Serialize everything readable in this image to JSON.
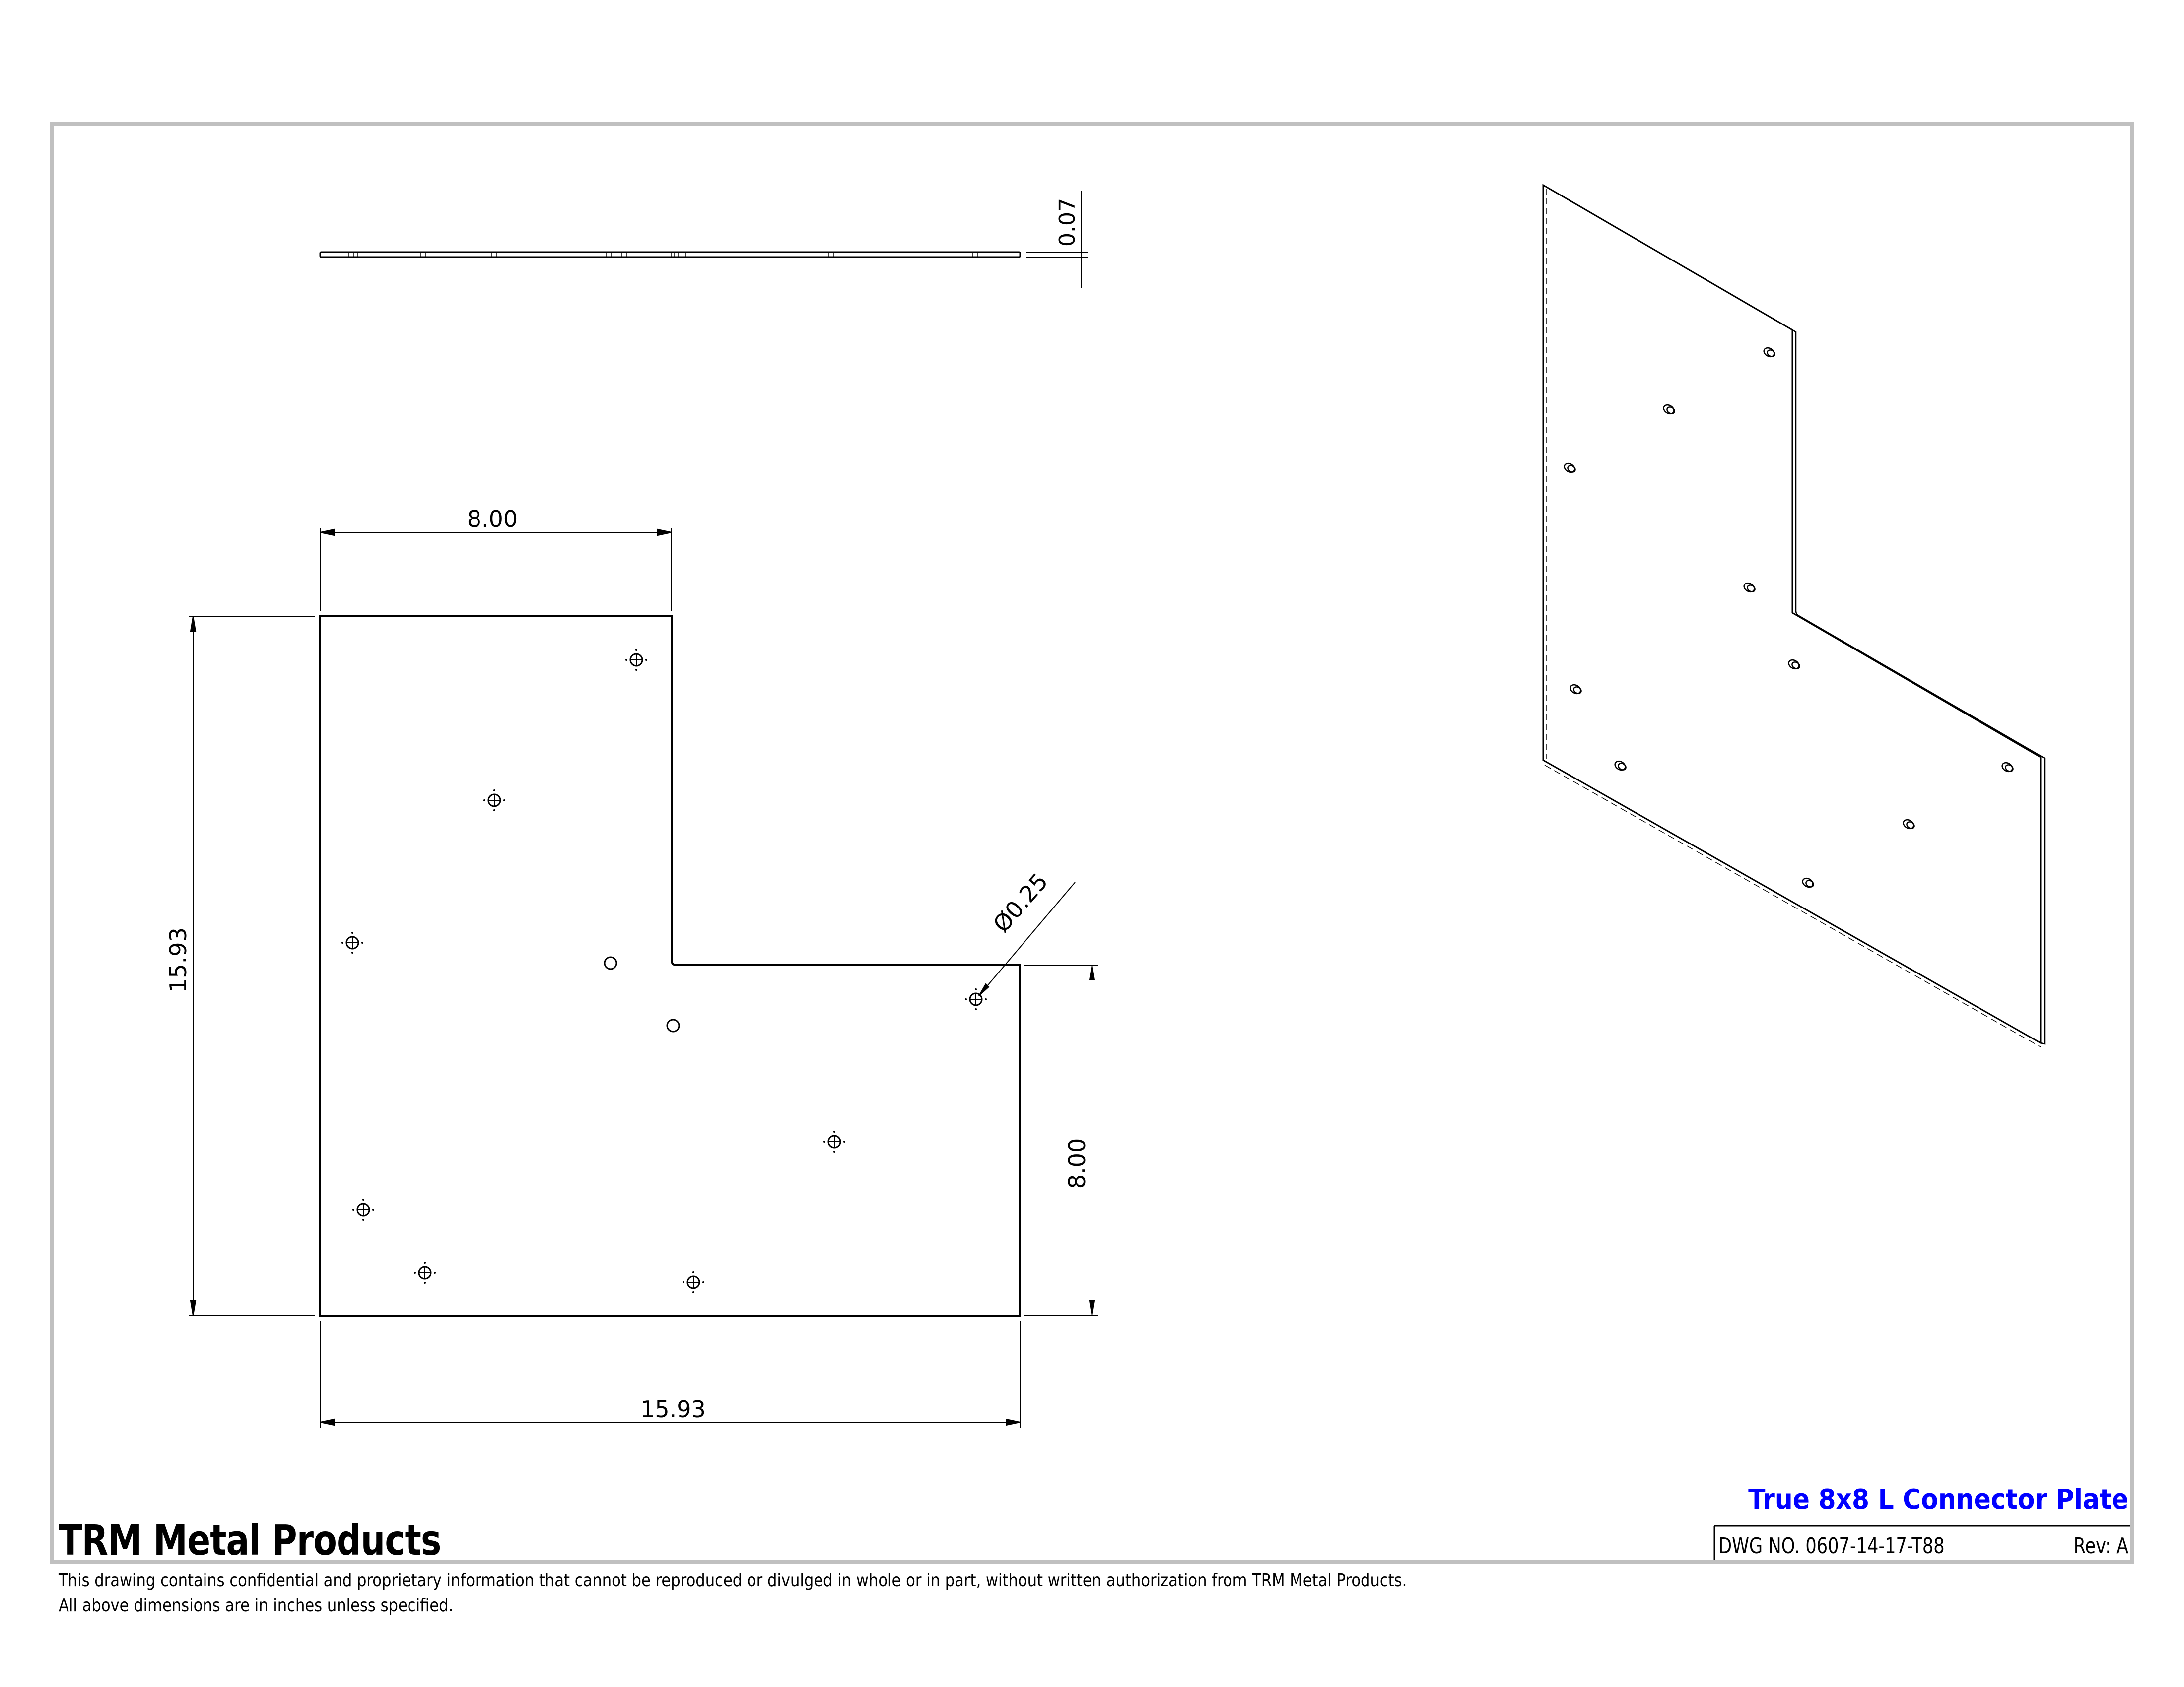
{
  "title_block": {
    "company": "TRM Metal Products",
    "part_title": "True 8x8 L Connector Plate",
    "dwg_no": "DWG NO. 0607-14-17-T88",
    "rev": "Rev: A",
    "title_color": "#0000ff"
  },
  "notes": {
    "confidentiality": "This drawing contains confidential and proprietary information that cannot be reproduced or divulged in whole or in part, without written authorization from TRM Metal Products.",
    "units": "All above dimensions are in inches unless specified."
  },
  "views": {
    "edge_view": {
      "thickness_label": "0.07"
    },
    "plan_view": {
      "top_width_label": "8.00",
      "overall_height_label": "15.93",
      "overall_width_label": "15.93",
      "right_leg_height_label": "8.00",
      "hole_diameter_label": "Ø0.25",
      "hole_count_marked": 8,
      "plain_hole_count": 2
    },
    "isometric_view": {
      "hole_count": 10
    }
  },
  "colors": {
    "frame": "#c0c0c0",
    "line": "#000000"
  }
}
